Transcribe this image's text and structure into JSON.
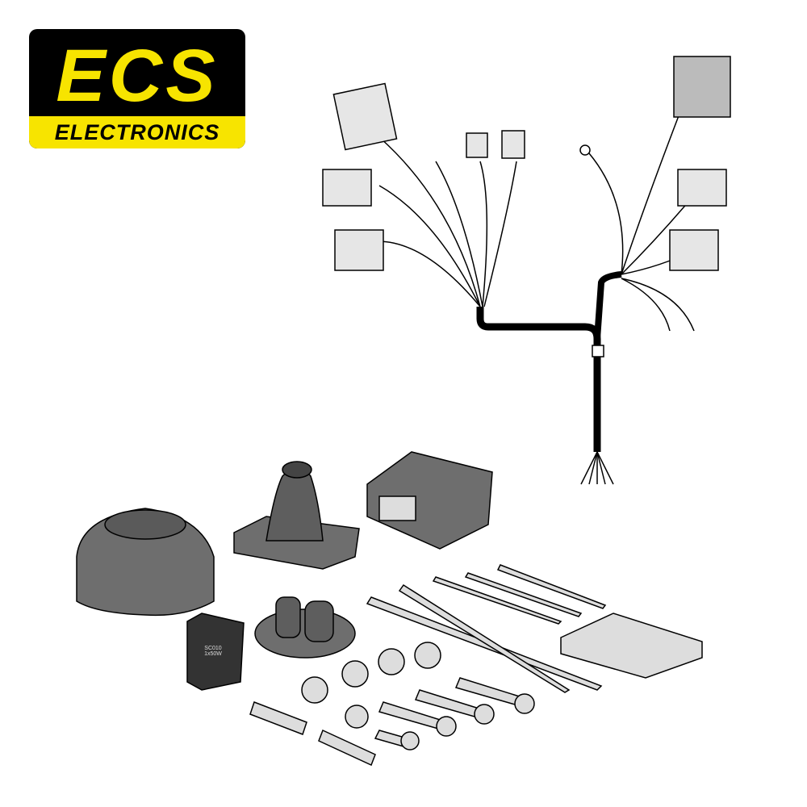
{
  "logo": {
    "brand": "ECS",
    "subtitle": "ELECTRONICS",
    "colors": {
      "yellow": "#f7e400",
      "black": "#000000"
    }
  },
  "relay": {
    "model": "SC010",
    "rating": "1x50W"
  },
  "colors": {
    "part_gray": "#6e6e6e",
    "dark_gray": "#555555",
    "light_gray": "#d0d0d0",
    "wire": "#000000"
  }
}
